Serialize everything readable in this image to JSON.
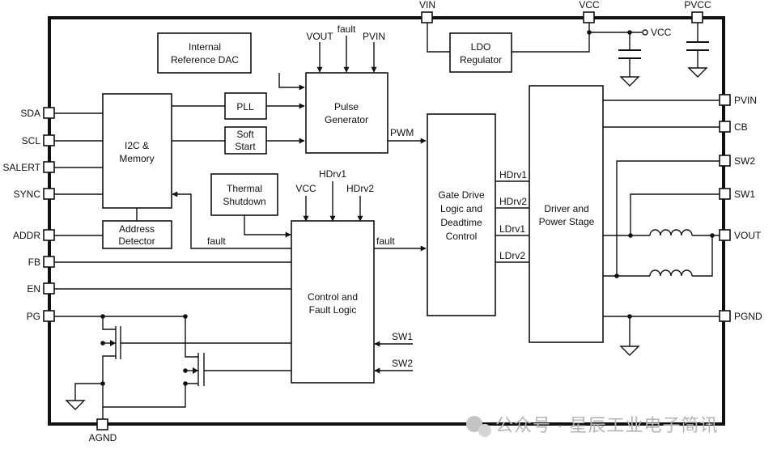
{
  "blocks": {
    "ref_dac": [
      "Internal",
      "Reference DAC"
    ],
    "ldo": [
      "LDO",
      "Regulator"
    ],
    "pulse_gen": [
      "Pulse",
      "Generator"
    ],
    "i2c": [
      "I2C &",
      "Memory"
    ],
    "pll": "PLL",
    "soft_start": [
      "Soft",
      "Start"
    ],
    "thermal": [
      "Thermal",
      "Shutdown"
    ],
    "addr_det": [
      "Address",
      "Detector"
    ],
    "ctrl_fault": [
      "Control and",
      "Fault Logic"
    ],
    "gate_drive": [
      "Gate Drive",
      "Logic and",
      "Deadtime",
      "Control"
    ],
    "driver": [
      "Driver and",
      "Power Stage"
    ]
  },
  "pins": {
    "vin": "VIN",
    "vcc": "VCC",
    "pvcc": "PVCC",
    "sda": "SDA",
    "scl": "SCL",
    "salert": "SALERT",
    "sync": "SYNC",
    "addr": "ADDR",
    "fb": "FB",
    "en": "EN",
    "pg": "PG",
    "agnd": "AGND",
    "pvin": "PVIN",
    "cb": "CB",
    "sw2": "SW2",
    "sw1": "SW1",
    "vout": "VOUT",
    "pgnd": "PGND"
  },
  "signals": {
    "vout_in": "VOUT",
    "fault_in": "fault",
    "pvin_in": "PVIN",
    "pwm": "PWM",
    "fault_to_i2c": "fault",
    "fault_out": "fault",
    "vcc_in": "VCC",
    "hdrv1_in": "HDrv1",
    "hdrv2_in": "HDrv2",
    "sw1_in": "SW1",
    "sw2_in": "SW2",
    "vcc_out": "VCC",
    "hdrv1": "HDrv1",
    "hdrv2": "HDrv2",
    "ldrv1": "LDrv1",
    "ldrv2": "LDrv2"
  },
  "watermark": "公众号 · 星辰工业电子简讯"
}
